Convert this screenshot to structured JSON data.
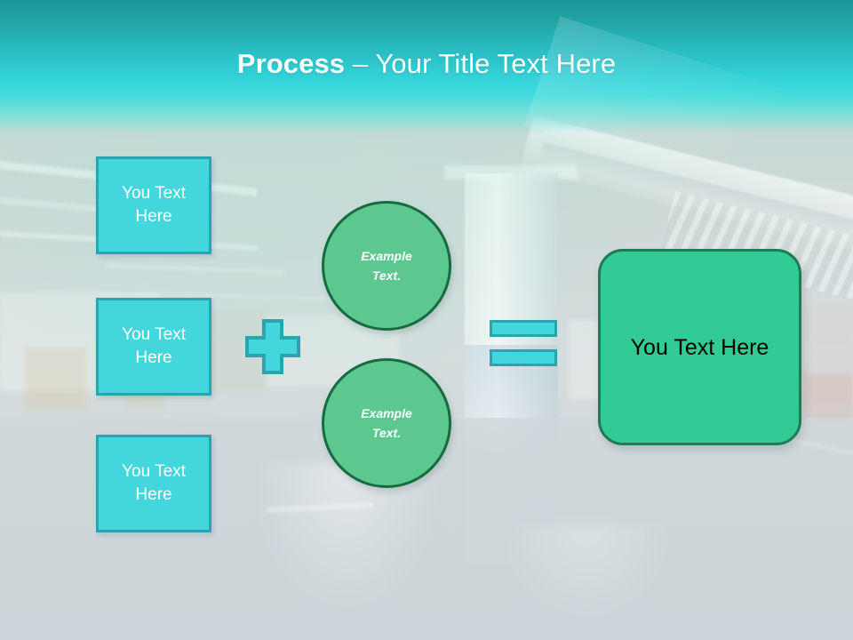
{
  "slide": {
    "title_bold": "Process",
    "title_separator": " – ",
    "title_rest": "Your Title Text Here",
    "background_description": "industrial-interior-photo"
  },
  "theme": {
    "header_gradient_top": "#1b9797",
    "header_gradient_bottom": "#44dcdc",
    "cyan_fill": "#43d6dc",
    "cyan_border": "#2ba4b0",
    "circle_fill": "#5cc78f",
    "circle_border": "#176b40",
    "result_fill": "#33cb95",
    "result_border": "#1f7a55",
    "title_color": "#ffffff",
    "result_text_color": "#000000"
  },
  "inputs": [
    {
      "line1": "You Text",
      "line2": "Here"
    },
    {
      "line1": "You Text",
      "line2": "Here"
    },
    {
      "line1": "You Text",
      "line2": "Here"
    }
  ],
  "operators": {
    "plus": "+",
    "equals": "="
  },
  "circles": [
    {
      "line1": "Example",
      "line2": "Text."
    },
    {
      "line1": "Example",
      "line2": "Text."
    }
  ],
  "result": {
    "label": "You Text Here"
  }
}
